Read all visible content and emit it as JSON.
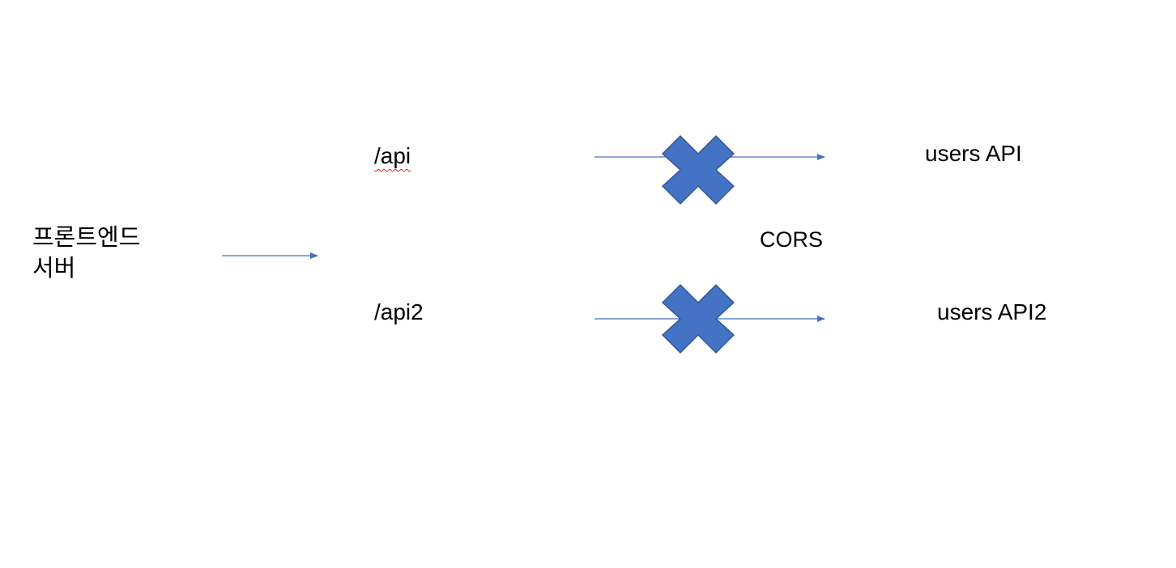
{
  "nodes": {
    "frontend": {
      "line1": "프론트엔드",
      "line2": "서버"
    },
    "api": "/api",
    "api2": "/api2",
    "users_api": "users API",
    "users_api2": "users API2",
    "cors": "CORS"
  },
  "colors": {
    "arrow": "#4472c4",
    "cross_fill": "#4472c4",
    "cross_stroke": "#2f528f",
    "spellcheck_underline": "#e0201b"
  },
  "icons": {
    "blocked_marker": "cross-icon"
  }
}
